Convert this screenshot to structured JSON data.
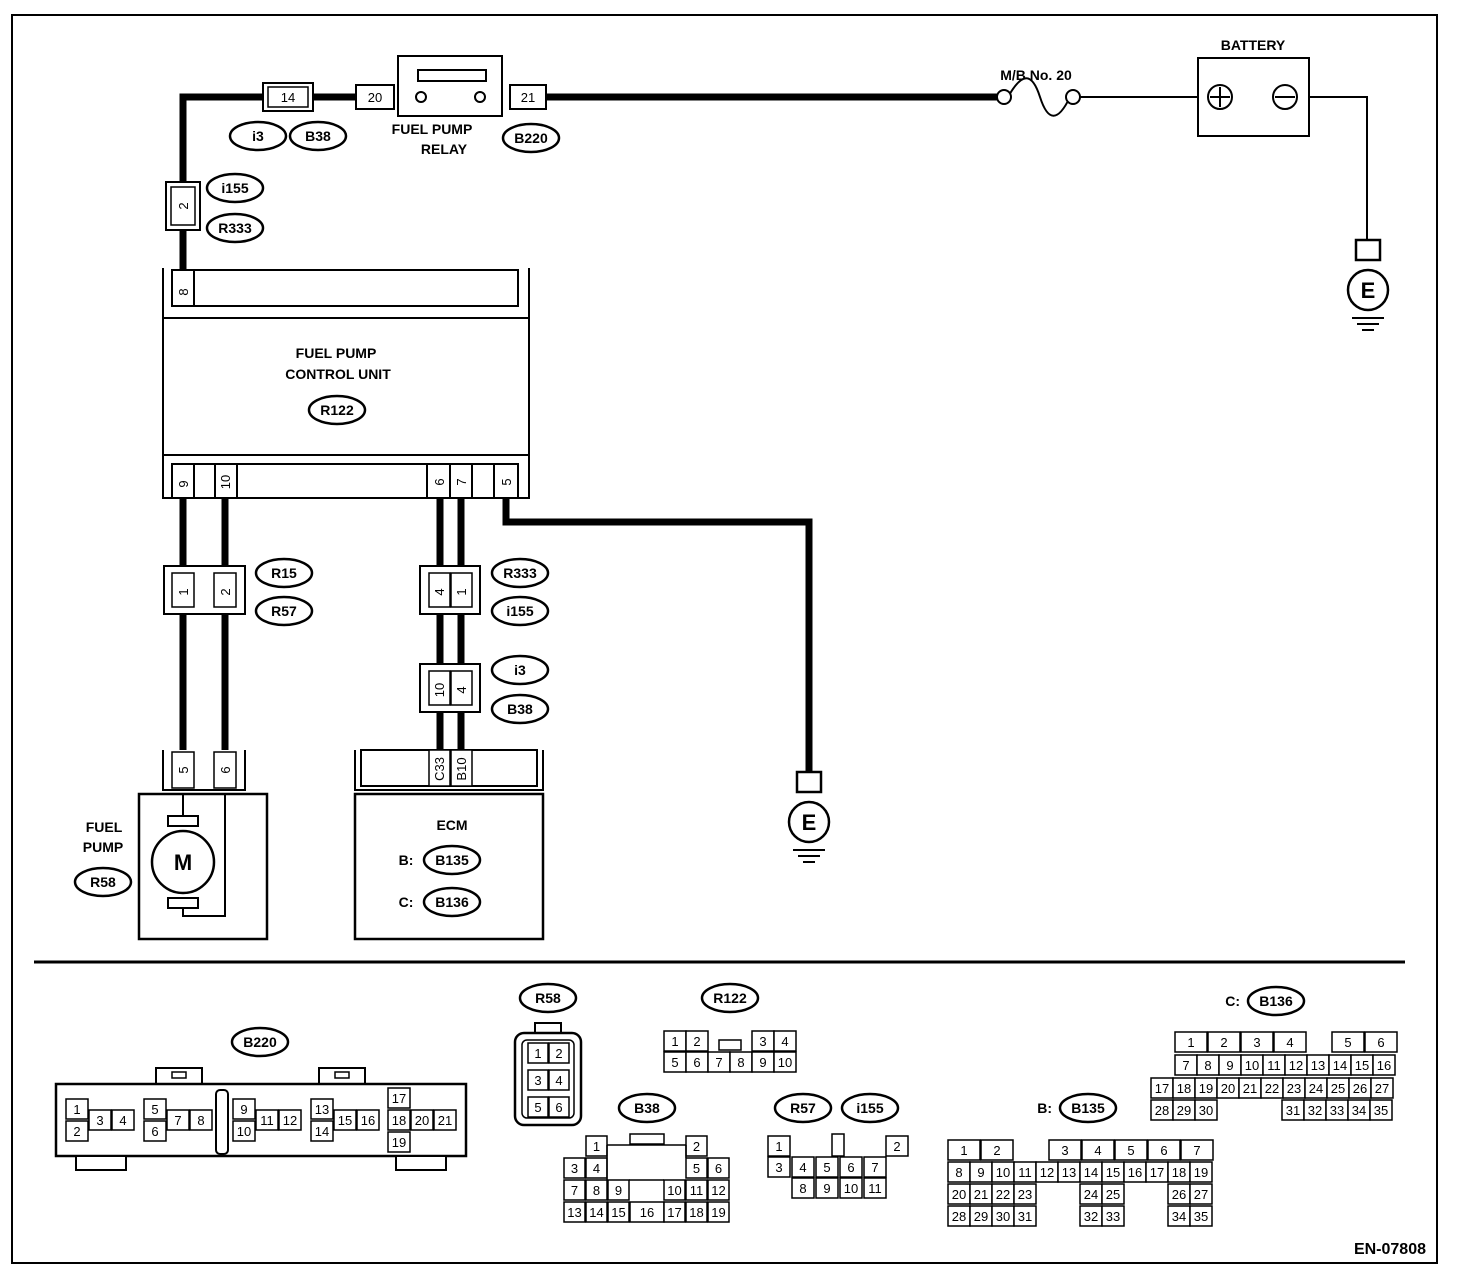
{
  "labels": {
    "battery": "BATTERY",
    "mb_fuse": "M/B No. 20",
    "relay_line1": "FUEL PUMP",
    "relay_line2": "RELAY",
    "cu_line1": "FUEL PUMP",
    "cu_line2": "CONTROL UNIT",
    "pump_line1": "FUEL",
    "pump_line2": "PUMP",
    "motor": "M",
    "ecm": "ECM",
    "ecm_b": "B:",
    "ecm_c": "C:",
    "ground": "E",
    "c_prefix": "C:",
    "b_prefix": "B:",
    "figure_id": "EN-07808"
  },
  "tags": {
    "i3": "i3",
    "B38": "B38",
    "B220": "B220",
    "i155": "i155",
    "R333": "R333",
    "R122": "R122",
    "R15": "R15",
    "R57": "R57",
    "R58": "R58",
    "B135": "B135",
    "B136": "B136"
  },
  "pins": {
    "p14": "14",
    "p20": "20",
    "p21": "21",
    "p2": "2",
    "p8": "8",
    "p9": "9",
    "p10": "10",
    "p6": "6",
    "p7": "7",
    "p5": "5",
    "p1": "1",
    "p4": "4",
    "C33": "C33",
    "B10": "B10"
  },
  "faces": {
    "B220": [
      [
        "1",
        "2",
        "3",
        "4",
        "5",
        "6",
        "7",
        "8",
        "9",
        "10",
        "11",
        "12",
        "13",
        "14",
        "15",
        "16",
        "17",
        "18",
        "19",
        "20",
        "21"
      ]
    ],
    "R58": [
      "1",
      "2",
      "3",
      "4",
      "5",
      "6"
    ],
    "R122": [
      "1",
      "2",
      "3",
      "4",
      "5",
      "6",
      "7",
      "8",
      "9",
      "10"
    ],
    "B38": [
      "1",
      "2",
      "3",
      "4",
      "5",
      "6",
      "7",
      "8",
      "9",
      "10",
      "11",
      "12",
      "13",
      "14",
      "15",
      "16",
      "17",
      "18",
      "19"
    ],
    "R57": [
      "1",
      "2",
      "3",
      "4",
      "5",
      "6",
      "7",
      "8",
      "9",
      "10",
      "11"
    ],
    "B136_r1": [
      "1",
      "2",
      "3",
      "4",
      "5",
      "6"
    ],
    "B136_r2": [
      "7",
      "8",
      "9",
      "10",
      "11",
      "12",
      "13",
      "14",
      "15",
      "16"
    ],
    "B136_r3": [
      "17",
      "18",
      "19",
      "20",
      "21",
      "22",
      "23",
      "24",
      "25",
      "26",
      "27"
    ],
    "B136_r4": [
      "28",
      "29",
      "30",
      "31",
      "32",
      "33",
      "34",
      "35"
    ],
    "B135_r1": [
      "1",
      "2",
      "3",
      "4",
      "5",
      "6",
      "7"
    ],
    "B135_r2": [
      "8",
      "9",
      "10",
      "11",
      "12",
      "13",
      "14",
      "15",
      "16",
      "17",
      "18",
      "19"
    ],
    "B135_r3": [
      "20",
      "21",
      "22",
      "23",
      "24",
      "25",
      "26",
      "27"
    ],
    "B135_r4": [
      "28",
      "29",
      "30",
      "31",
      "32",
      "33",
      "34",
      "35"
    ]
  }
}
